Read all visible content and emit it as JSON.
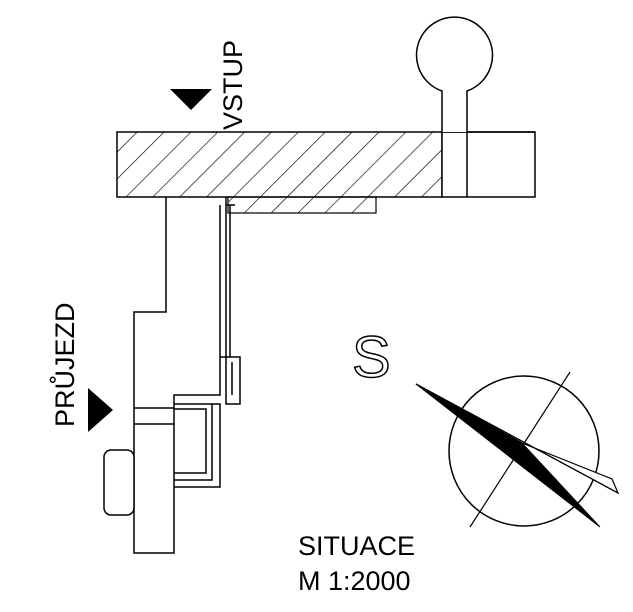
{
  "labels": {
    "entrance": "VSTUP",
    "passage": "PRŮJEZD",
    "title": "SITUACE",
    "scale": "M 1:2000"
  },
  "north_arrow": {
    "letter": "S"
  },
  "colors": {
    "line": "#000000",
    "background": "#ffffff"
  },
  "icons": [
    "entrance-marker-icon",
    "passage-marker-icon",
    "north-arrow-icon"
  ]
}
